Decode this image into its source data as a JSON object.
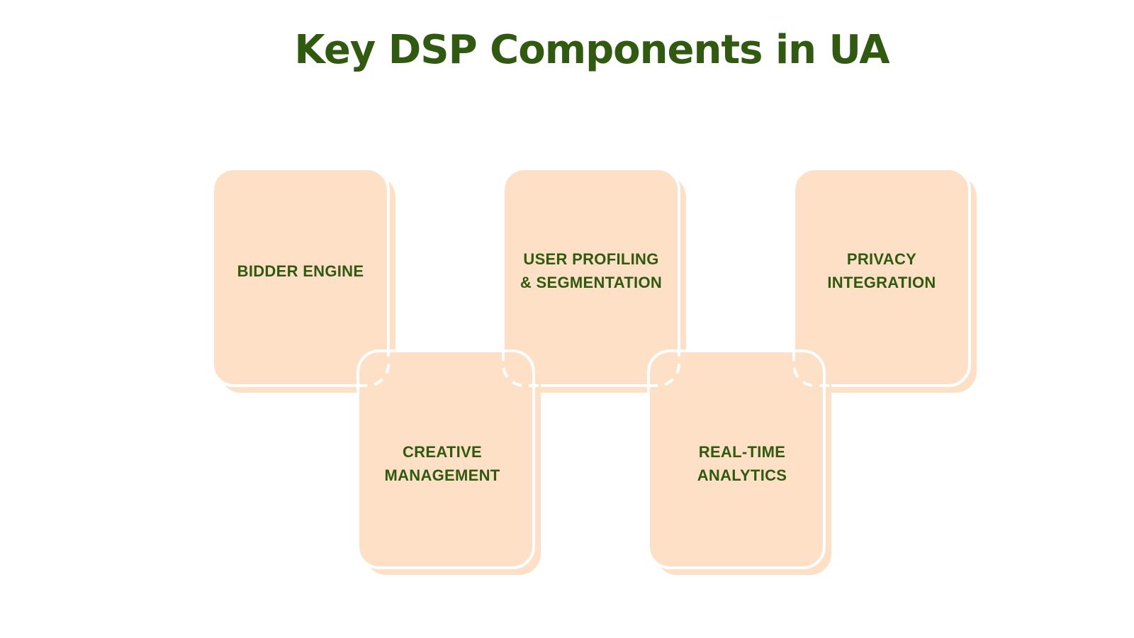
{
  "title": "Key DSP Components in UA",
  "colors": {
    "title": "#2f5a10",
    "label": "#2f5a10",
    "card_fill": "#fde0c5",
    "card_outline": "#ffffff",
    "background": "#ffffff"
  },
  "components": [
    {
      "id": "bidder-engine",
      "lines": [
        "BIDDER ENGINE"
      ]
    },
    {
      "id": "creative-management",
      "lines": [
        "CREATIVE",
        "MANAGEMENT"
      ]
    },
    {
      "id": "user-profiling-segmentation",
      "lines": [
        "USER PROFILING",
        "& SEGMENTATION"
      ]
    },
    {
      "id": "real-time-analytics",
      "lines": [
        "REAL-TIME",
        "ANALYTICS"
      ]
    },
    {
      "id": "privacy-integration",
      "lines": [
        "PRIVACY",
        "INTEGRATION"
      ]
    }
  ]
}
